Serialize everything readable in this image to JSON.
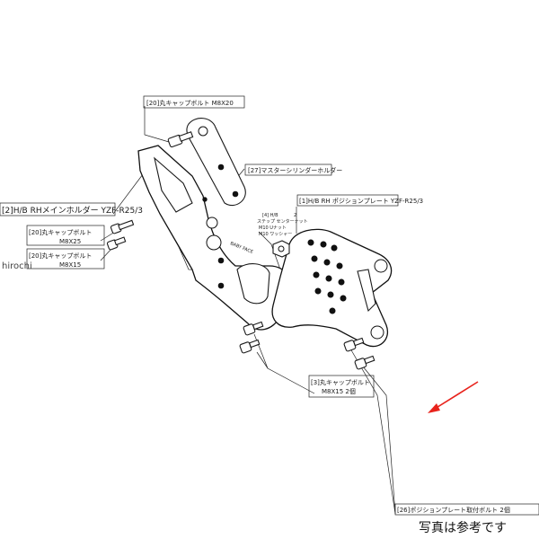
{
  "labels": {
    "bolt_top": "[20]丸キャップボルト M8X20",
    "master_holder": "[27]マスターシリンダーホルダー",
    "main_holder": "[2]H/B RHメインホルダー YZF-R25/3",
    "position_plate": "[1]H/B RH ポジションプレート YZF-R25/3",
    "bolt_m8x25_a": "[20]丸キャップボルト",
    "bolt_m8x25_b": "M8X25",
    "bolt_m8x15_a": "[20]丸キャップボルト",
    "bolt_m8x15_b": "M8X15",
    "nut_a": "[4] H/B",
    "nut_b": "ステップ センターナット",
    "nut_c": "M10 Uナット",
    "nut_d": "M10 ワッシャー",
    "nut_count": "2",
    "bolt_pair_a": "[3]丸キャップボルト",
    "bolt_pair_b": "M8X15 2個",
    "plate_bolt": "[26]ポジションプレート取付ボルト 2個"
  },
  "plate_text": "BABY FACE",
  "watermark": "hirochi",
  "photo_note": "写真は参考です",
  "accent_color": "#e8231c"
}
